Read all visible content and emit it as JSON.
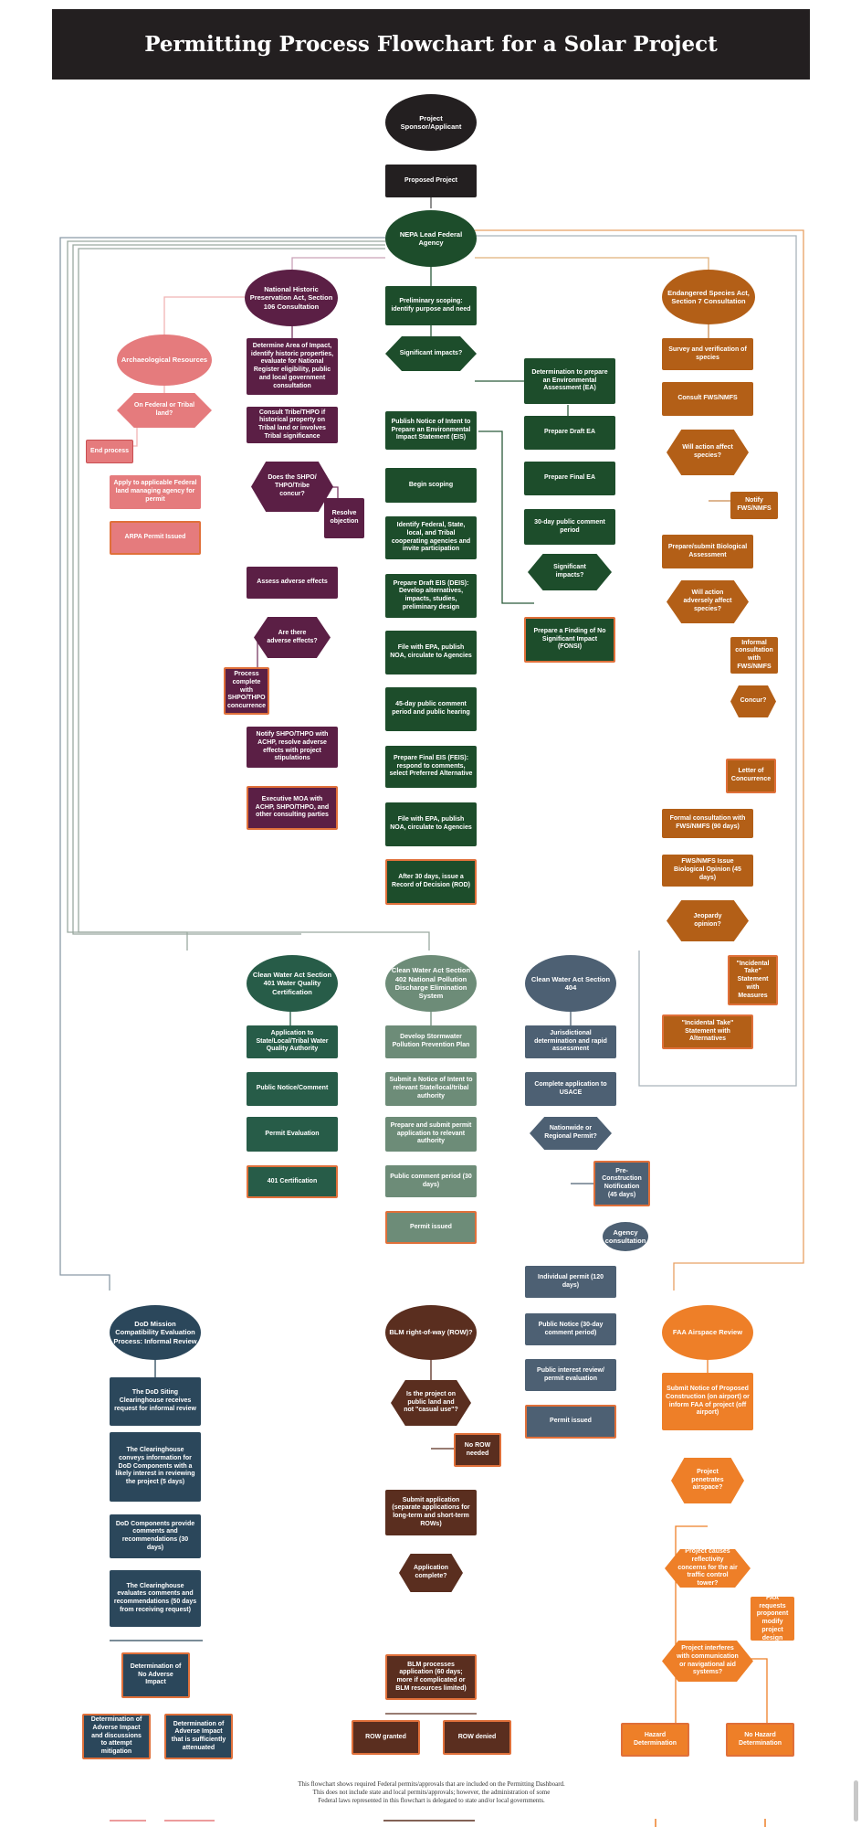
{
  "title": "Permitting Process Flowchart for a Solar Project",
  "footer": [
    "This flowchart shows required Federal permits/approvals that are included on the Permitting Dashboard.",
    "This does not include state and local permits/approvals; however, the administration of some",
    "Federal laws represented in this flowchart is delegated to state and/or local governments."
  ],
  "colors": {
    "black": "#231f20",
    "darkgreen": "#1d4d2b",
    "purple": "#5b1f45",
    "pink": "#e57b7d",
    "orange_brown": "#b35f17",
    "teal": "#275c48",
    "sage": "#6d8c78",
    "slate": "#4d6073",
    "navy": "#2b475b",
    "brown": "#5a2e1f",
    "orange": "#ee7f28",
    "outline": "#e0703a"
  },
  "nodes": {
    "sponsor": "Project Sponsor/Applicant",
    "proposed": "Proposed Project",
    "nepa": "NEPA Lead Federal Agency",
    "nhpa": "National Historic Preservation Act, Section 106 Consultation",
    "esa": "Endangered Species Act, Section 7 Consultation",
    "prelim": "Preliminary scoping: identify purpose and need",
    "sig1": "Significant impacts?",
    "ea_det": "Determination to prepare an Environmental Assessment (EA)",
    "noi": "Publish Notice of Intent to Prepare an Environmental Impact Statement (EIS)",
    "draft_ea": "Prepare Draft EA",
    "begin_scoping": "Begin scoping",
    "final_ea": "Prepare Final EA",
    "identify": "Identify Federal, State, local, and Tribal cooperating agencies and invite participation",
    "comment30": "30-day public comment period",
    "sig2": "Significant impacts?",
    "deis": "Prepare Draft EIS (DEIS): Develop alternatives, impacts, studies, preliminary design",
    "fonsi": "Prepare a Finding of No Significant Impact (FONSI)",
    "file1": "File with EPA, publish NOA, circulate to Agencies",
    "comment45": "45-day public comment period and public hearing",
    "feis": "Prepare Final EIS (FEIS): respond to comments, select Preferred Alternative",
    "file2": "File with EPA, publish NOA, circulate to Agencies",
    "rod": "After 30 days, issue a Record of Decision (ROD)",
    "arch": "Archaeological Resources",
    "onfed": "On Federal or Tribal land?",
    "endproc": "End process",
    "apply_fed": "Apply to applicable Federal land managing agency for permit",
    "arpa": "ARPA Permit Issued",
    "area_impact": "Determine Area of Impact, identify historic properties, evaluate for National Register eligibility, public and local government consultation",
    "consult_tribe": "Consult Tribe/THPO if historical property on Tribal land or involves Tribal significance",
    "shpo_concur": "Does the SHPO/ THPO/Tribe concur?",
    "resolve_obj": "Resolve objection",
    "assess": "Assess adverse effects",
    "adverse_q": "Are there adverse effects?",
    "proc_complete": "Process complete with SHPO/THPO concurrence",
    "notify_achp": "Notify SHPO/THPO with ACHP, resolve adverse effects with project stipulations",
    "moa": "Executive MOA with ACHP, SHPO/THPO, and other consulting parties",
    "survey": "Survey and verification of species",
    "consult_fws": "Consult FWS/NMFS",
    "will_affect": "Will action affect species?",
    "notify_fws": "Notify FWS/NMFS",
    "bio_assess": "Prepare/submit Biological Assessment",
    "adversely": "Will action adversely affect species?",
    "informal": "Informal consultation with FWS/NMFS",
    "concur": "Concur?",
    "letter": "Letter of Concurrence",
    "formal": "Formal consultation with FWS/NMFS (90 days)",
    "bio_opinion": "FWS/NMFS Issue Biological Opinion (45 days)",
    "jeopardy": "Jeopardy opinion?",
    "take_measures": "\"Incidental Take\" Statement with Measures",
    "take_alt": "\"Incidental Take\" Statement with Alternatives",
    "cwa401": "Clean Water Act Section 401 Water Quality Certification",
    "cwa402": "Clean Water Act Section 402 National Pollution Discharge Elimination System",
    "cwa404": "Clean Water Act Section 404",
    "app_state": "Application to State/Local/Tribal Water Quality Authority",
    "stormwater": "Develop Stormwater Pollution Prevention Plan",
    "jurisdiction": "Jurisdictional determination and rapid assessment",
    "pub_notice401": "Public Notice/Comment",
    "noi402": "Submit a Notice of Intent to relevant State/local/tribal authority",
    "complete_usace": "Complete application to USACE",
    "permit_eval": "Permit Evaluation",
    "prep_submit": "Prepare and submit permit application to relevant authority",
    "nationwide": "Nationwide or Regional Permit?",
    "cert401": "401 Certification",
    "pub_comment30": "Public comment period (30 days)",
    "preconst": "Pre-Construction Notification (45 days)",
    "permit_issued402": "Permit issued",
    "agency_consult": "Agency consultation",
    "indiv_permit": "Individual permit (120 days)",
    "pub_notice404": "Public Notice (30-day comment period)",
    "pub_interest": "Public interest review/ permit evaluation",
    "permit_issued404": "Permit issued",
    "dod": "DoD Mission Compatibility Evaluation Process: Informal Review",
    "blm": "BLM right-of-way (ROW)?",
    "faa": "FAA Airspace Review",
    "dod_clear": "The DoD Siting Clearinghouse receives request for informal review",
    "public_land": "Is the project on public land and not \"casual use\"?",
    "faa_notice": "Submit Notice of Proposed Construction (on airport) or inform FAA of project (off airport)",
    "dod_conveys": "The Clearinghouse conveys information for DoD Components with a likely interest in reviewing the project (5 days)",
    "no_row": "No ROW needed",
    "penetrates": "Project penetrates airspace?",
    "dod_comp": "DoD Components provide comments and recommendations (30 days)",
    "submit_app": "Submit application (separate applications for long-term and short-term ROWs)",
    "app_complete": "Application complete?",
    "reflect": "Project causes reflectivity concerns for the air traffic control tower?",
    "dod_eval": "The Clearinghouse evaluates comments and recommendations (50 days from receiving request)",
    "faa_req": "FAA requests proponent modify project design",
    "interferes": "Project interferes with communication or navigational aid systems?",
    "no_adverse": "Determination of No Adverse Impact",
    "blm_proc": "BLM processes application (60 days; more if complicated or BLM resources limited)",
    "adverse_mit": "Determination of Adverse Impact and discussions to attempt mitigation",
    "adverse_att": "Determination of Adverse Impact that is sufficiently attenuated",
    "row_granted": "ROW granted",
    "row_denied": "ROW denied",
    "hazard": "Hazard Determination",
    "no_hazard": "No Hazard Determination"
  }
}
